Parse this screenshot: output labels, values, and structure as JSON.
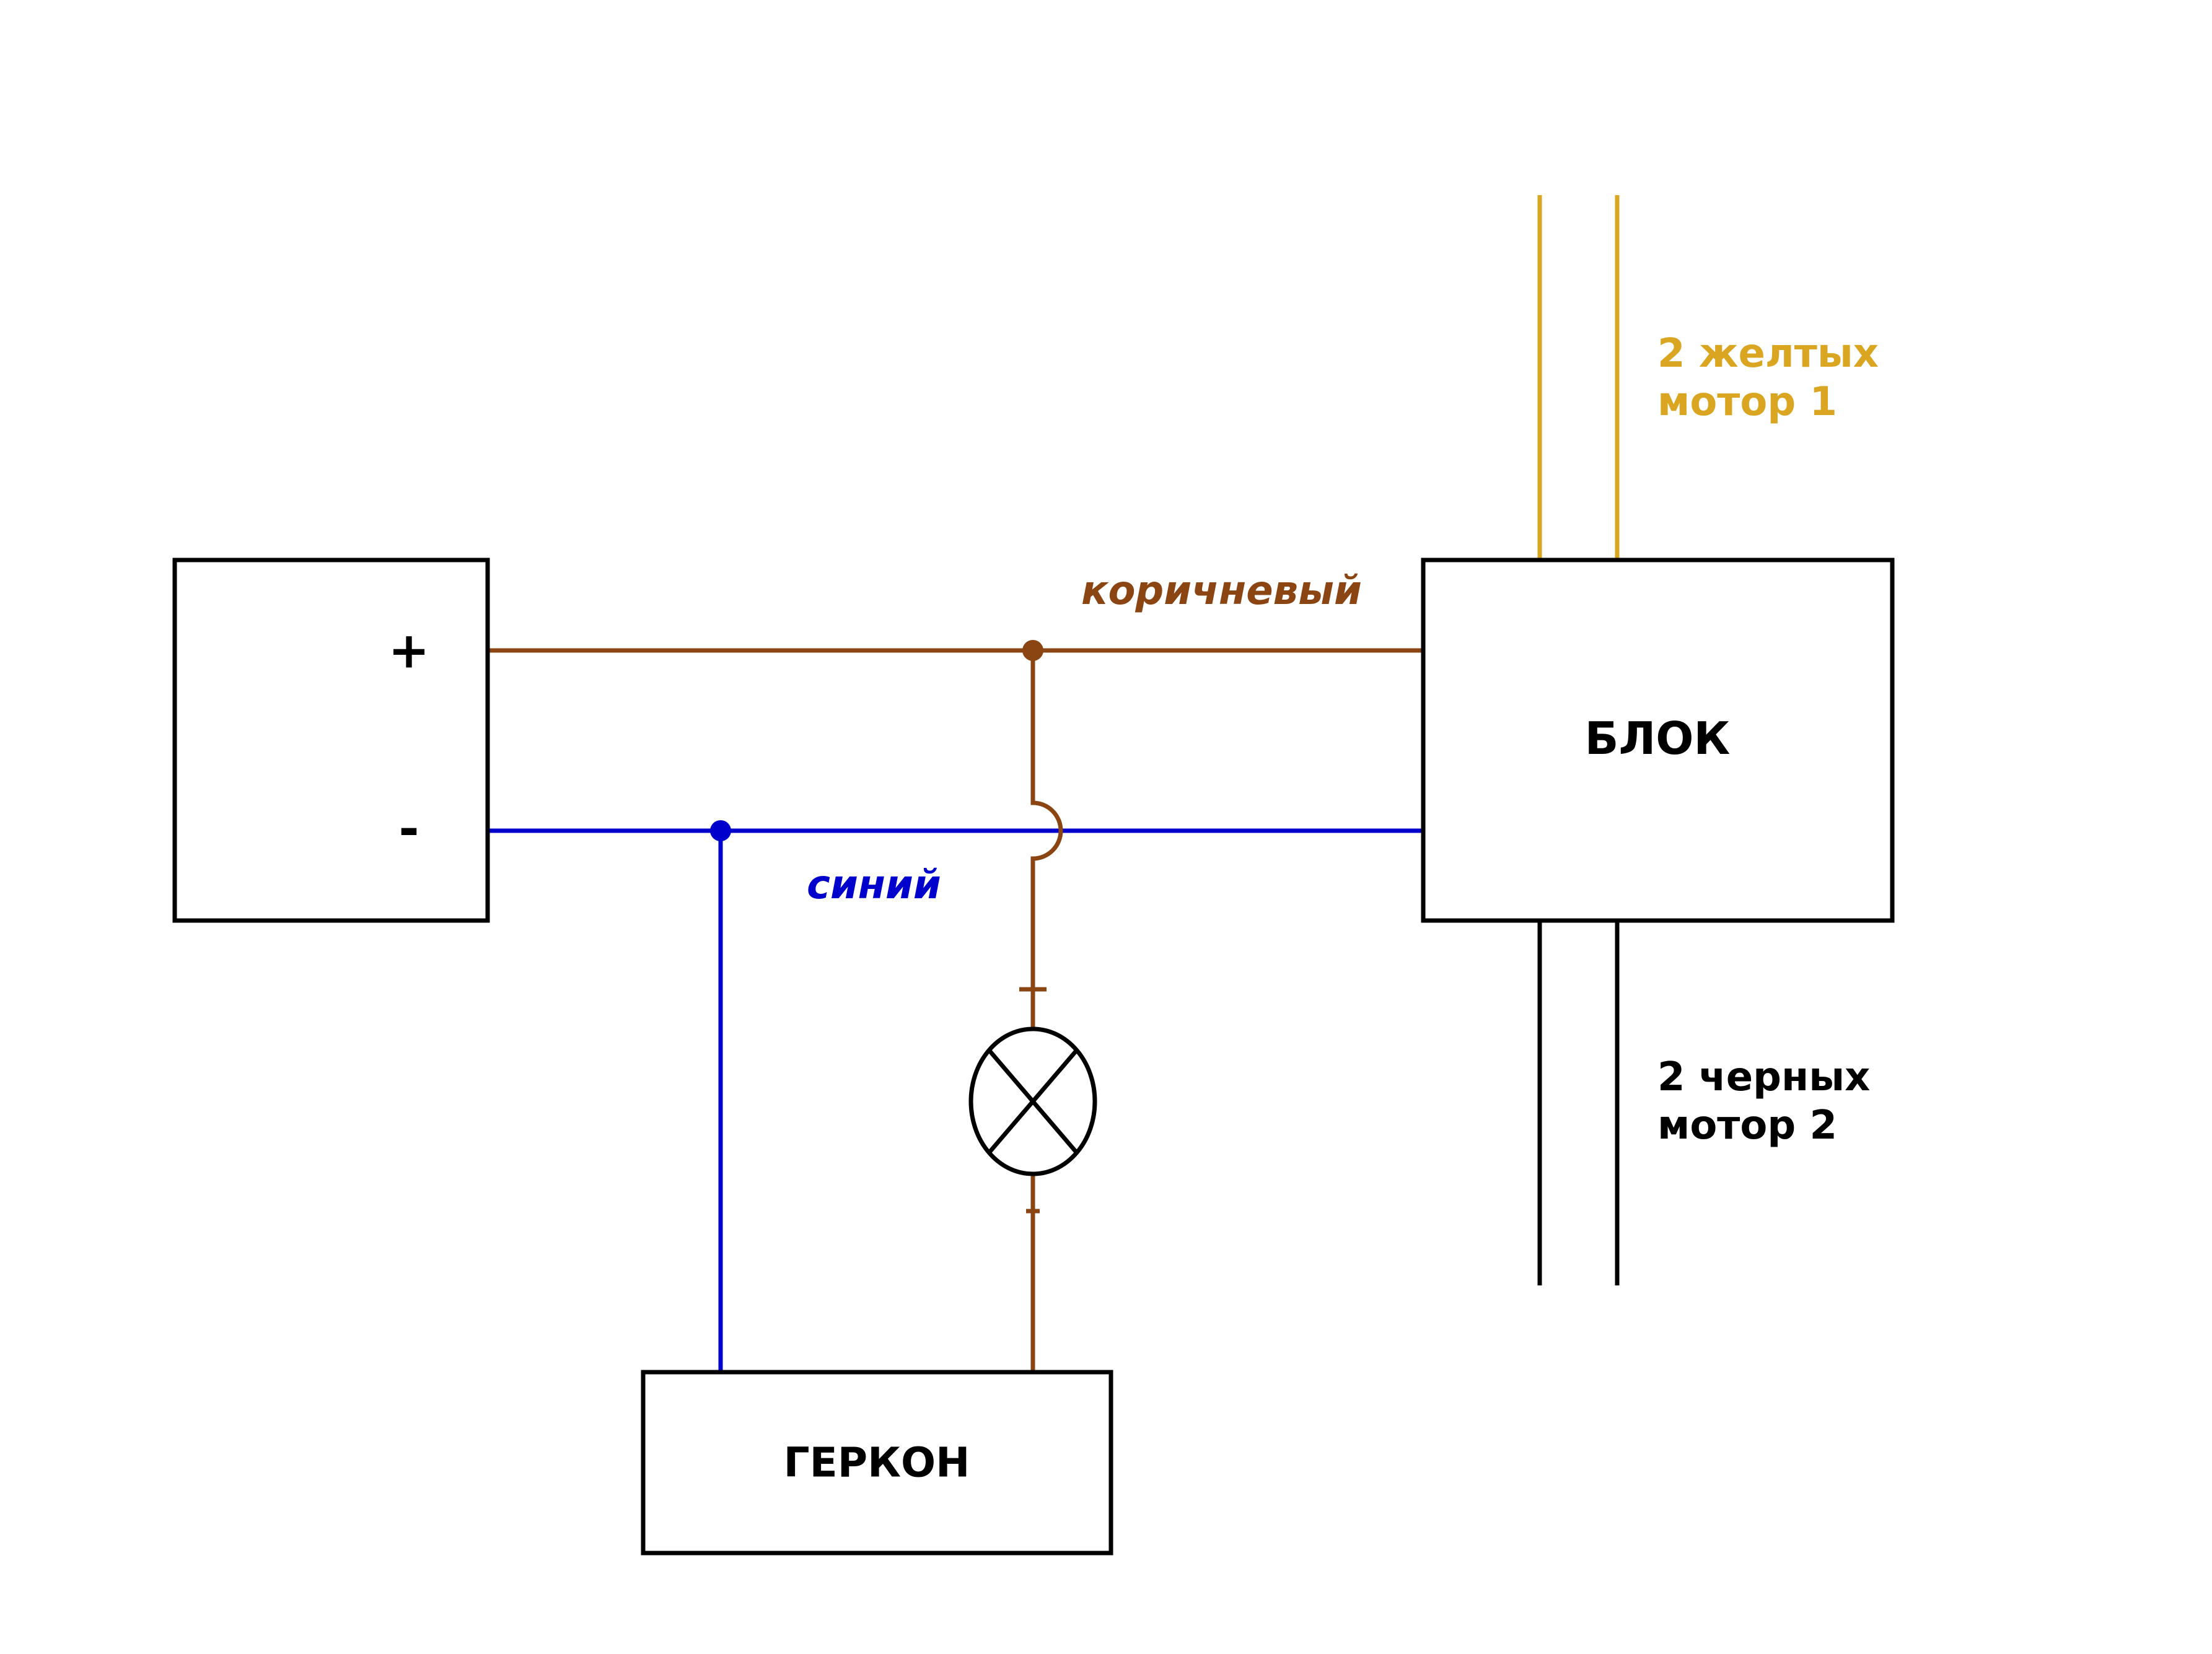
{
  "colors": {
    "brown": "#8B4513",
    "blue": "#0000CC",
    "yellow": "#DAA520",
    "black": "#000000"
  },
  "power_supply": {
    "plus_label": "+",
    "minus_label": "-"
  },
  "block": {
    "label": "БЛОК"
  },
  "reed_switch": {
    "label": "ГЕРКОН"
  },
  "wires": {
    "brown_label": "коричневый",
    "blue_label": "синий"
  },
  "motor1": {
    "line1": "2 желтых",
    "line2": "мотор 1"
  },
  "motor2": {
    "line1": "2 черных",
    "line2": "мотор 2"
  },
  "lamp": {
    "plus_mark": "+",
    "minus_mark": "-"
  }
}
